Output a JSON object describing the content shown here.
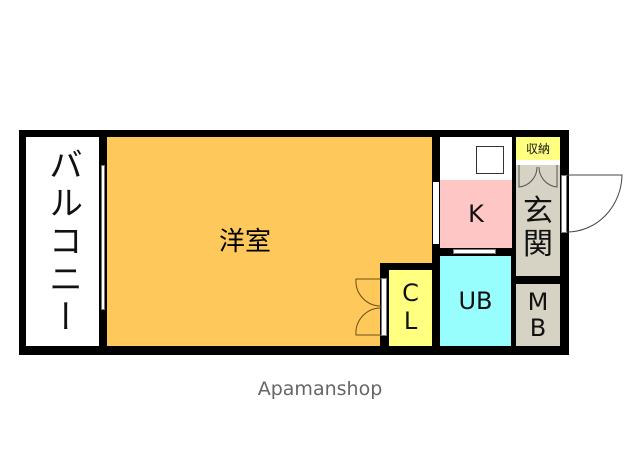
{
  "floor_plan": {
    "rooms": {
      "balcony": {
        "label": "バルコニー",
        "color": "#ffffff"
      },
      "western_room": {
        "label": "洋室",
        "color": "#fec95a"
      },
      "closet": {
        "label_line1": "C",
        "label_line2": "L",
        "color": "#ffff80"
      },
      "kitchen": {
        "label": "K",
        "color": "#ffc6c6"
      },
      "unit_bath": {
        "label": "UB",
        "color": "#98fdfd"
      },
      "storage": {
        "label": "収納",
        "color": "#ffff80"
      },
      "entrance": {
        "label_line1": "玄",
        "label_line2": "関",
        "color": "#d6d3c5"
      },
      "meter_box": {
        "label_line1": "M",
        "label_line2": "B",
        "color": "#d6d3c5"
      }
    },
    "wall_color": "#000000"
  },
  "footer": {
    "brand": "Apamanshop"
  }
}
